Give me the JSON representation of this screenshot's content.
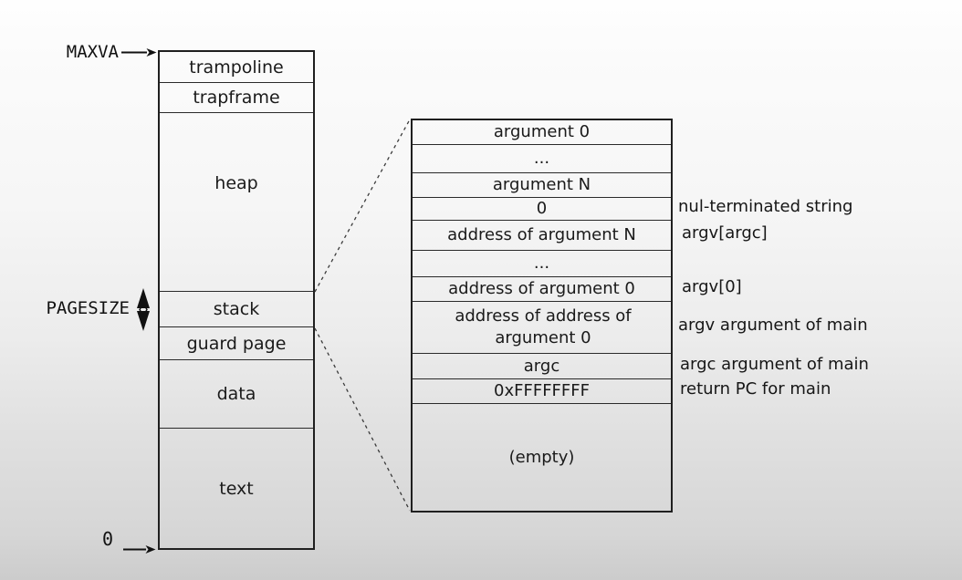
{
  "diagram": {
    "memory_map": {
      "top_label": "MAXVA",
      "bottom_label": "0",
      "pagesize_label": "PAGESIZE",
      "sections": [
        {
          "label": "trampoline"
        },
        {
          "label": "trapframe"
        },
        {
          "label": "heap"
        },
        {
          "label": "stack"
        },
        {
          "label": "guard page"
        },
        {
          "label": "data"
        },
        {
          "label": "text"
        }
      ]
    },
    "stack_detail": {
      "rows": [
        {
          "text": "argument 0"
        },
        {
          "text": "..."
        },
        {
          "text": "argument N"
        },
        {
          "text": "0",
          "annotation": "nul-terminated string"
        },
        {
          "text": "address of argument N",
          "annotation": "argv[argc]"
        },
        {
          "text": "..."
        },
        {
          "text": "address of argument 0",
          "annotation": "argv[0]"
        },
        {
          "text": "address of address of argument 0",
          "annotation": "argv argument of main"
        },
        {
          "text": "argc",
          "annotation": "argc argument of main"
        },
        {
          "text": "0xFFFFFFFF",
          "annotation": "return PC for main"
        },
        {
          "text": "(empty)"
        }
      ]
    },
    "colors": {
      "line": "#1f1f1f",
      "text": "#1a1a1a",
      "background_top": "#fefefe",
      "background_bottom": "#cccccc"
    }
  }
}
